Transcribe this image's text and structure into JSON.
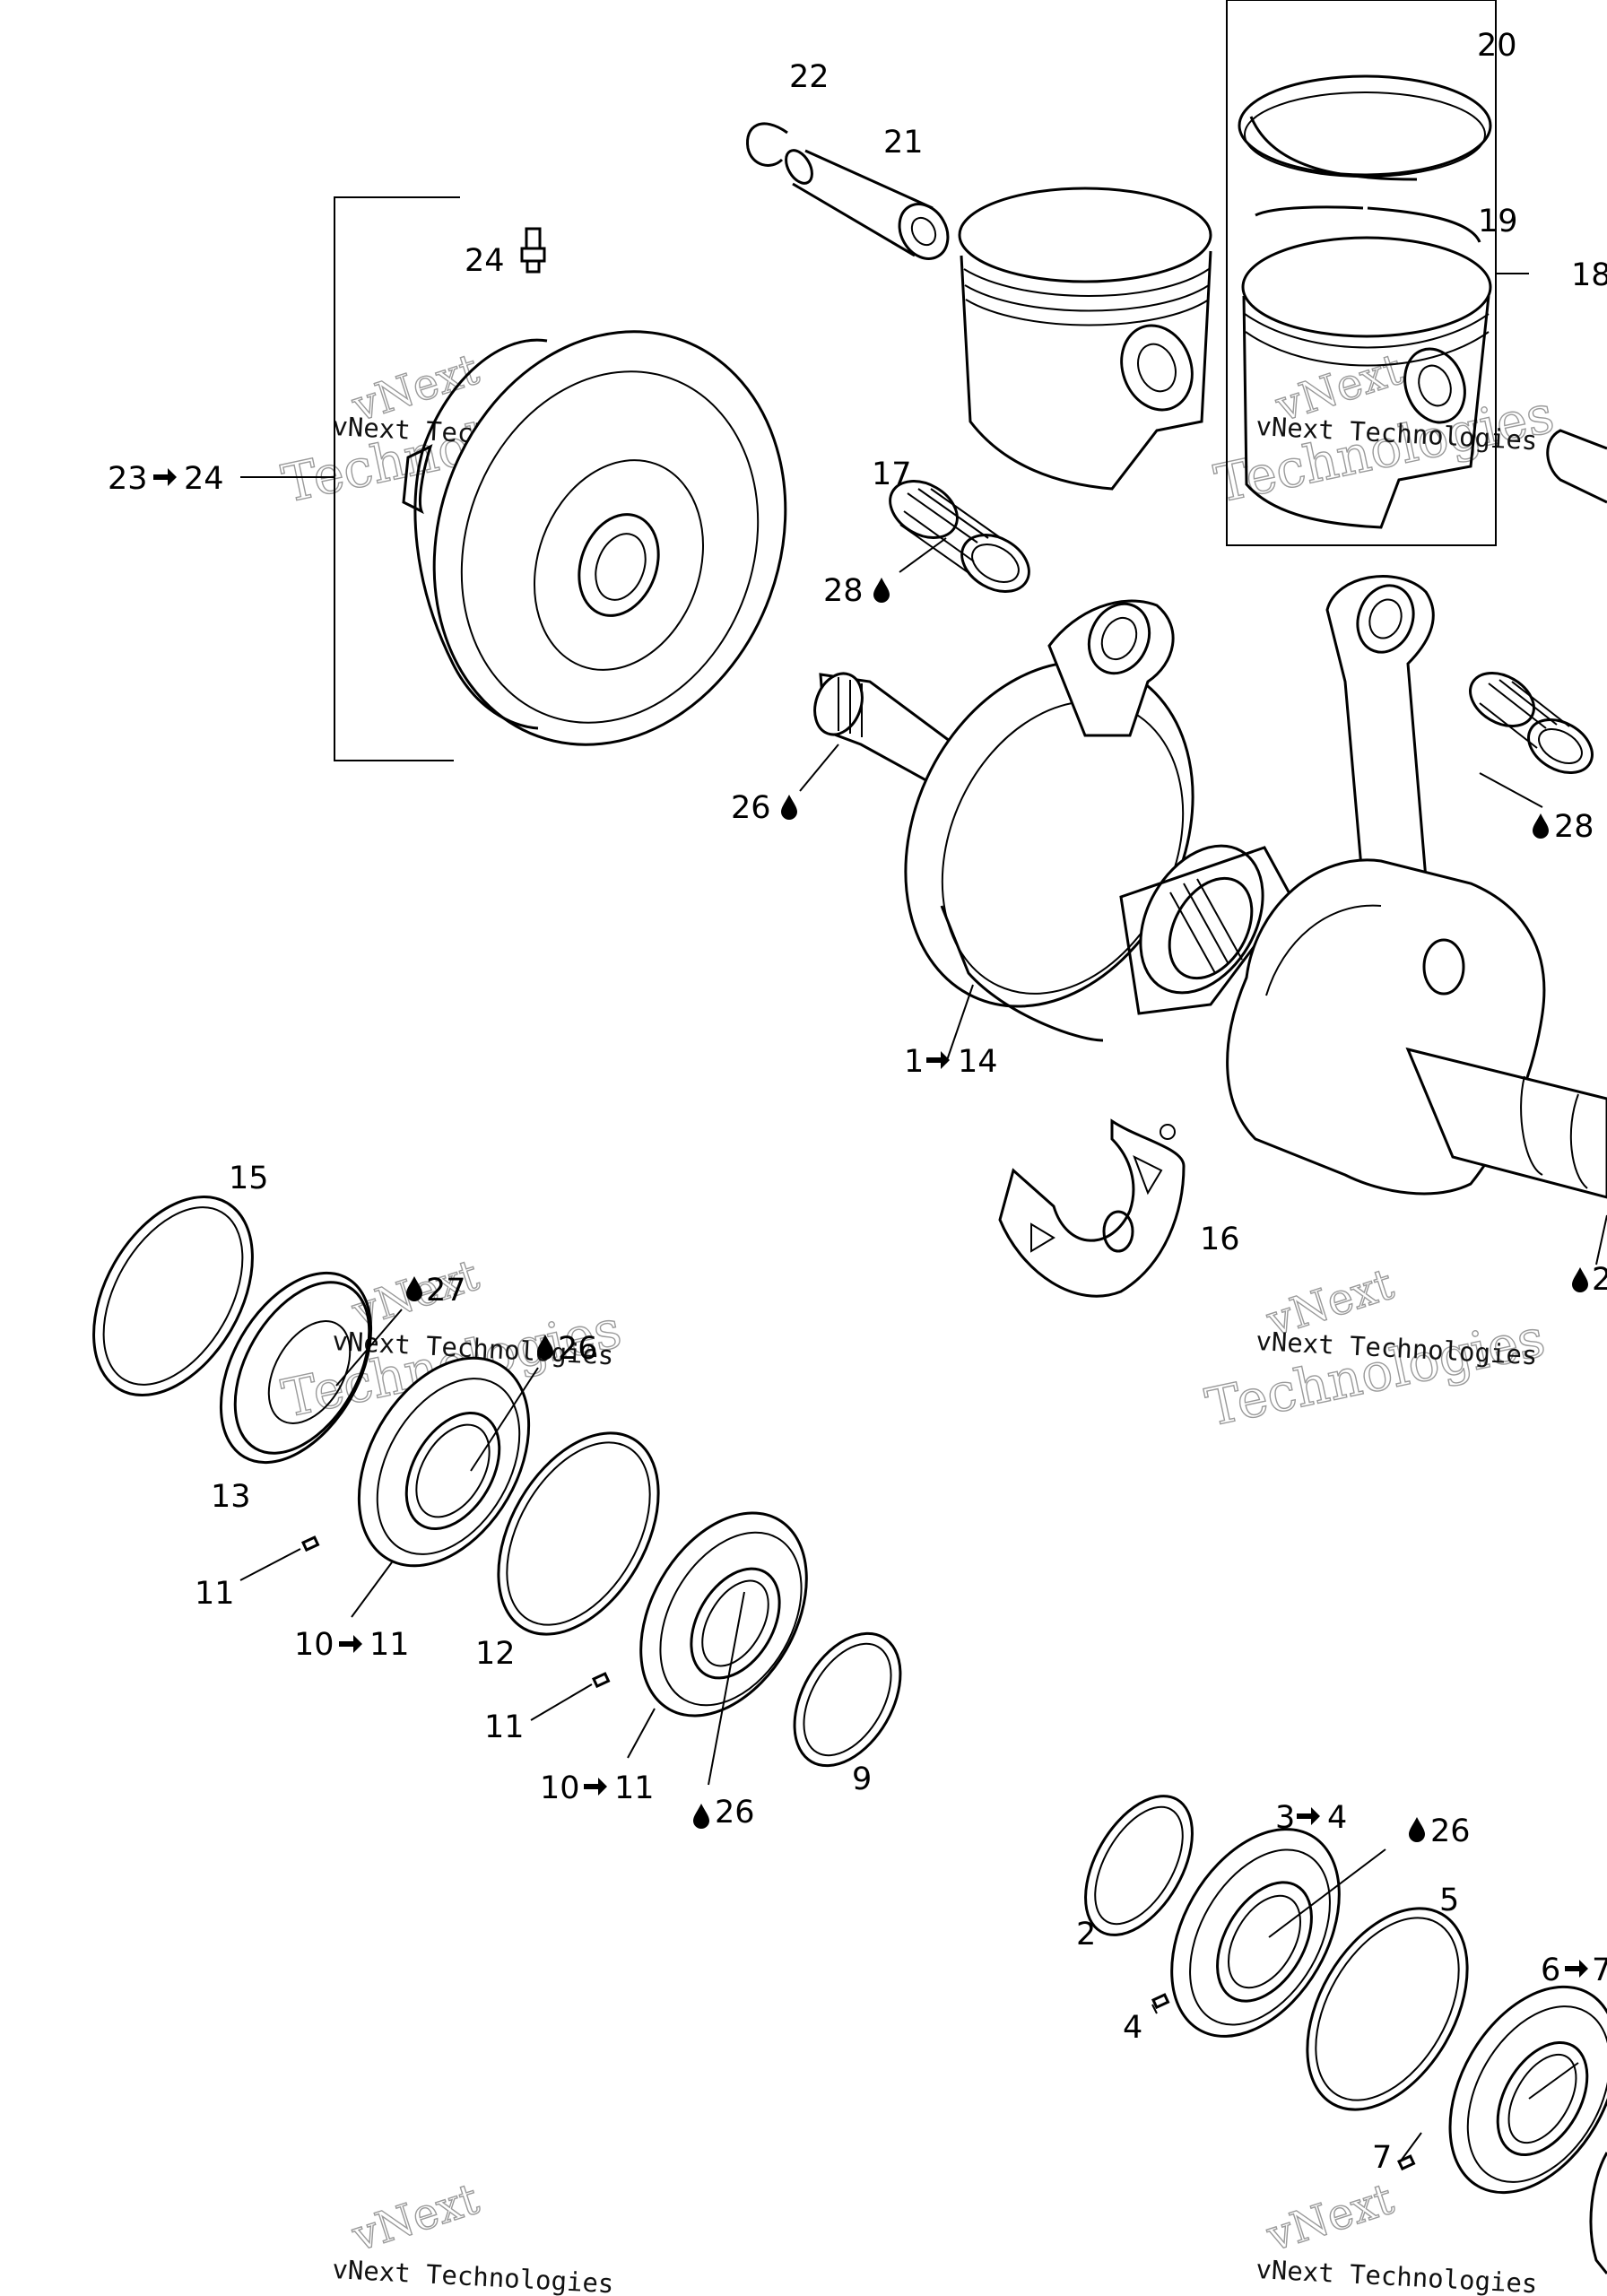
{
  "diagram": {
    "labels": {
      "l22": "22",
      "l21": "21",
      "l20": "20",
      "l19": "19",
      "l18": "18",
      "l24": "24",
      "l23": "23",
      "l23_24_to": "24",
      "l17": "17",
      "l28a": "28",
      "l26a": "26",
      "l28b": "28",
      "l1": "1",
      "l1_14_to": "14",
      "l16": "16",
      "l2edge": "2",
      "l15": "15",
      "l27": "27",
      "l26b": "26",
      "l13": "13",
      "l11a": "11",
      "l10a": "10",
      "l10a_to": "11",
      "l12": "12",
      "l11b": "11",
      "l10b": "10",
      "l10b_to": "11",
      "l26c": "26",
      "l9": "9",
      "l3": "3",
      "l3_to": "4",
      "l26d": "26",
      "l2": "2",
      "l5": "5",
      "l4": "4",
      "l6": "6",
      "l6_to": "7",
      "l7": "7"
    },
    "watermarks": {
      "brand": "vNext",
      "line2": "Technologies",
      "small": "vNext Technologies"
    },
    "icons": [
      "arrow-right-icon",
      "oil-drop-icon"
    ]
  }
}
